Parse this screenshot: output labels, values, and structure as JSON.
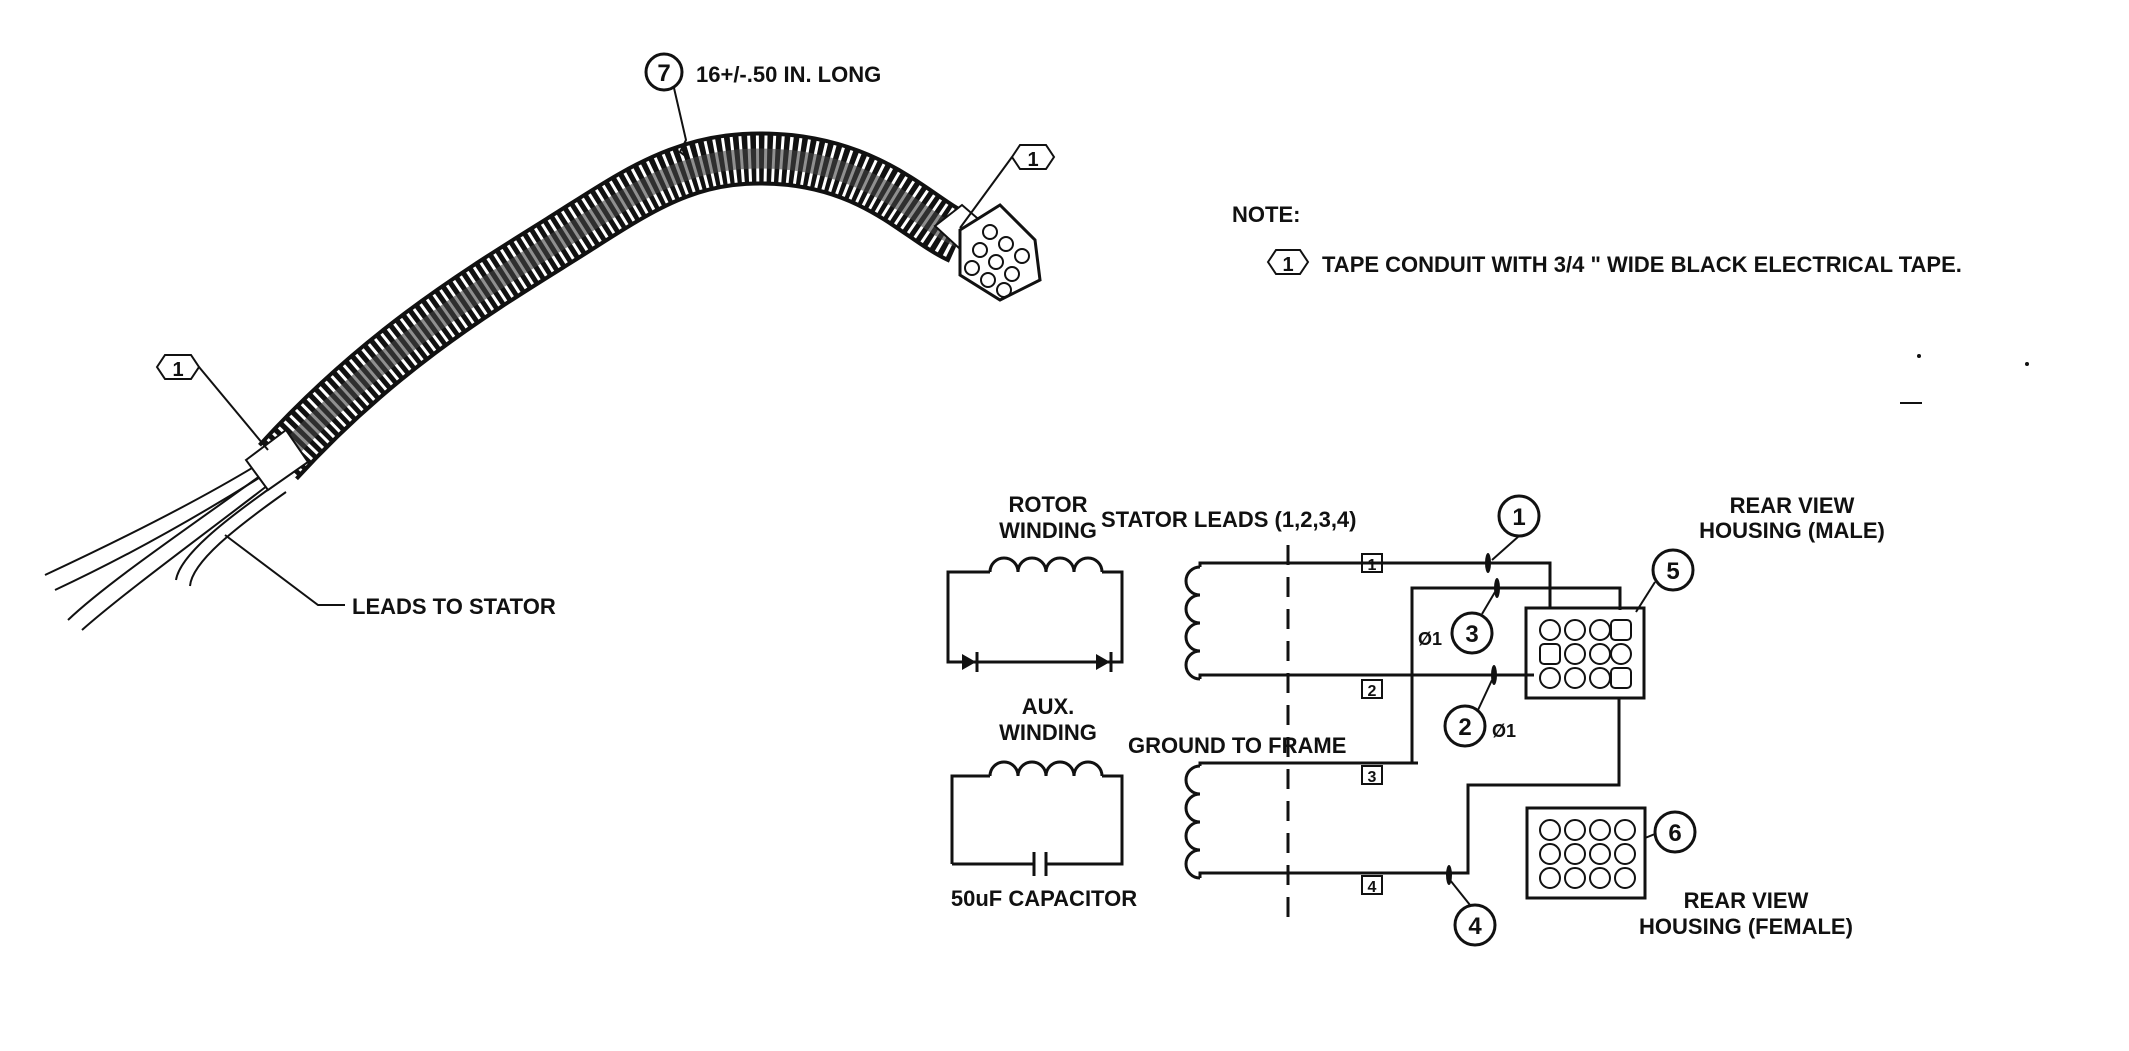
{
  "harness": {
    "length_callout": {
      "number": "7",
      "text": "16+/-.50 IN. LONG"
    },
    "tape_marks": [
      "1",
      "1"
    ],
    "leads_label": "LEADS TO STATOR"
  },
  "note": {
    "heading": "NOTE:",
    "items": [
      {
        "number": "1",
        "text": "TAPE CONDUIT WITH  3/4 \" WIDE BLACK ELECTRICAL TAPE."
      }
    ]
  },
  "schematic": {
    "rotor": {
      "line1": "ROTOR",
      "line2": "WINDING"
    },
    "aux": {
      "line1": "AUX.",
      "line2": "WINDING"
    },
    "capacitor": "50uF CAPACITOR",
    "stator_leads": "STATOR LEADS (1,2,3,4)",
    "ground": "GROUND TO FRAME",
    "terminals": [
      "1",
      "2",
      "3",
      "4"
    ],
    "wire_markers": [
      "1",
      "3",
      "2",
      "4"
    ],
    "phase_marks": [
      "Ø1",
      "Ø1"
    ],
    "male": {
      "number": "5",
      "line1": "REAR VIEW",
      "line2": "HOUSING (MALE)"
    },
    "female": {
      "number": "6",
      "line1": "REAR VIEW",
      "line2": "HOUSING (FEMALE)"
    }
  }
}
